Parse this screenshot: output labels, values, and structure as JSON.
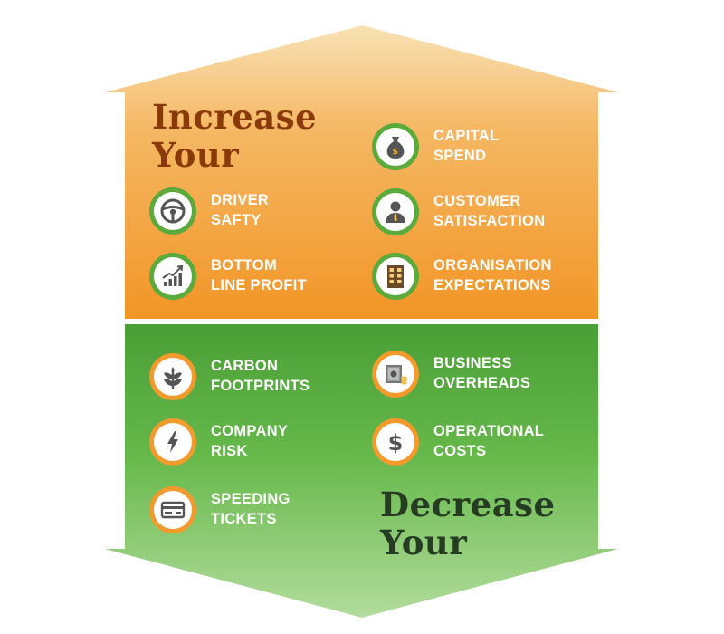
{
  "increase": {
    "title_line1": "Increase",
    "title_line2": "Your",
    "items": [
      {
        "line1": "DRIVER",
        "line2": "SAFTY",
        "icon": "steering-wheel-icon"
      },
      {
        "line1": "BOTTOM",
        "line2": "LINE PROFIT",
        "icon": "growth-chart-icon"
      },
      {
        "line1": "CAPITAL",
        "line2": "SPEND",
        "icon": "money-bag-icon"
      },
      {
        "line1": "CUSTOMER",
        "line2": "SATISFACTION",
        "icon": "customer-icon"
      },
      {
        "line1": "ORGANISATION",
        "line2": "EXPECTATIONS",
        "icon": "office-building-icon"
      }
    ]
  },
  "decrease": {
    "title_line1": "Decrease",
    "title_line2": "Your",
    "items": [
      {
        "line1": "CARBON",
        "line2": "FOOTPRINTS",
        "icon": "leaf-icon"
      },
      {
        "line1": "COMPANY",
        "line2": "RISK",
        "icon": "lightning-icon"
      },
      {
        "line1": "SPEEDING",
        "line2": "TICKETS",
        "icon": "credit-card-icon"
      },
      {
        "line1": "BUSINESS",
        "line2": "OVERHEADS",
        "icon": "safe-icon"
      },
      {
        "line1": "OPERATIONAL",
        "line2": "COSTS",
        "icon": "dollar-icon"
      }
    ]
  },
  "colors": {
    "increase_panel_top": "#f7d9a4",
    "increase_panel_bottom": "#f29a2c",
    "decrease_panel_top": "#4fa33a",
    "decrease_panel_bottom": "#a8d68e",
    "increase_title": "#8a3a08",
    "decrease_title": "#263c22"
  }
}
